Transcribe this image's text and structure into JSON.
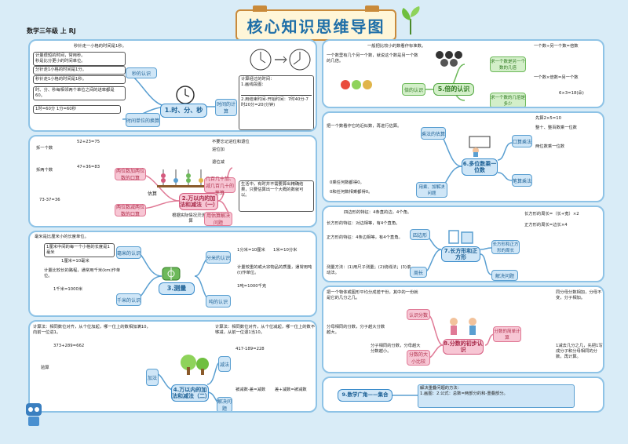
{
  "header": {
    "subject": "数学三年级 上 RJ",
    "title": "核心知识思维导图"
  },
  "units": [
    {
      "id": "u1",
      "title": "1.时、分、秒",
      "nodes": [
        "秒的认识",
        "时间单位的换算",
        "时间的计算"
      ],
      "texts": [
        "秒针走一小格的时间是1秒。",
        "计量很短的时间，常用秒。",
        "秒是比分更小的时间单位。",
        "分针走1小格的时间是1分。",
        "秒针走1小格的时间是1秒。",
        "时、分、秒每相邻两个单位之间的进率都是60。",
        "1时=60分 1分=60秒",
        "计算经过的时间：",
        "1.画线段图：",
        "2.用结束时间-开始时间：7时40分-7时20分=20(分钟)"
      ]
    },
    {
      "id": "u2",
      "title": "2.万以内的加法和减法（一）",
      "nodes": [
        "两位数加两位数的口算",
        "两位数减两位数的口算",
        "几百几十加、减几百几十的笔算",
        "估算",
        "用估算解决问题",
        "根据实际情况灵活估算"
      ],
      "texts": [
        "52+23=75",
        "47+36=83",
        "73-37=36",
        "不要忘记进位和退位",
        "进位加",
        "退位减",
        "生活中，有时并不需要算出精确结果，只要估算出一个大概的数就可以。",
        "拆一个数",
        "拆两个数"
      ]
    },
    {
      "id": "u3",
      "title": "3.测量",
      "nodes": [
        "毫米的认识",
        "分米的认识",
        "千米的认识",
        "吨的认识"
      ],
      "texts": [
        "毫米是比厘米小的长度单位。",
        "1厘米中间的每一个小格的长度是1毫米",
        "1厘米=10毫米",
        "1分米=10厘米",
        "1米=10分米",
        "计量比较长的路程，通常用千米(km)作单位。",
        "1千米=1000米",
        "计量较重的或大宗物品的质量，通常用吨(t)作单位。",
        "1吨=1000千克"
      ]
    },
    {
      "id": "u4",
      "title": "4.万以内的加法和减法（二）",
      "nodes": [
        "加法",
        "减法",
        "解决问题"
      ],
      "texts": [
        "计算法：相同数位对齐，从个位加起，哪一位上的数相加满10，向前一位进1。",
        "计算法：相同数位对齐，从个位减起，哪一位上的数不够减，从前一位退1当10。",
        "373+289=662",
        "417-189=228",
        "验算",
        "被减数-差=减数",
        "差+减数=被减数"
      ]
    },
    {
      "id": "u5",
      "title": "5.倍的认识",
      "nodes": [
        "倍的认识",
        "求一个数是另一个数的几倍",
        "求一个数的几倍是多少"
      ],
      "texts": [
        "一般把比较小的数看作标准数。",
        "一个数里有几个另一个数，就说这个数是另一个数的几倍。",
        "一个数÷另一个数=倍数",
        "一个数×倍数=另一个数",
        "6×3=18(朵)"
      ]
    },
    {
      "id": "u6",
      "title": "6.多位数乘一位数",
      "nodes": [
        "乘法的估算",
        "口算乘法",
        "笔算乘法",
        "用乘、加解决问题"
      ],
      "texts": [
        "把一个数看作它的近似数，再进行估算。",
        "两位数乘一位数",
        "整十、整百数乘一位数",
        "先算2×5=10",
        "0乘任何数都得0。",
        "0和任何数相乘都得0。"
      ]
    },
    {
      "id": "u7",
      "title": "7.长方形和正方形",
      "nodes": [
        "四边形",
        "长方形和正方形的周长",
        "周长",
        "解决问题"
      ],
      "texts": [
        "四边形的特征：4条直的边，4个角。",
        "长方形的特征：对边相等，有4个直角。",
        "正方形的特征：4条边相等，有4个直角。",
        "长方形的周长=（长+宽）×2",
        "正方形的周长=边长×4",
        "测量方法：(1)用尺子测量；(2)绕线法；(3)滚动法。"
      ]
    },
    {
      "id": "u8",
      "title": "8.分数的初步认识",
      "nodes": [
        "认识分数",
        "分数的大小比较",
        "分数的简单计算"
      ],
      "texts": [
        "把一个物体或图形平均分成若干份，其中的一份就是它的几分之几。",
        "分母相同的分数，分子越大分数越大。",
        "分子相同的分数，分母越大分数越小。",
        "同分母分数相加，分母不变，分子相加。",
        "1减去几分之几，先把1写成分子和分母相同的分数，再计算。"
      ]
    },
    {
      "id": "u9",
      "title": "9.数学广角——集合",
      "texts": [
        "解决重叠问题的方法：",
        "1.画图：2.公式：总数=两部分的和-重叠部分。"
      ]
    }
  ],
  "colors": {
    "panel_border": "#8ec3e6",
    "background": "#d9ecf7",
    "title": "#1f6fa8"
  }
}
